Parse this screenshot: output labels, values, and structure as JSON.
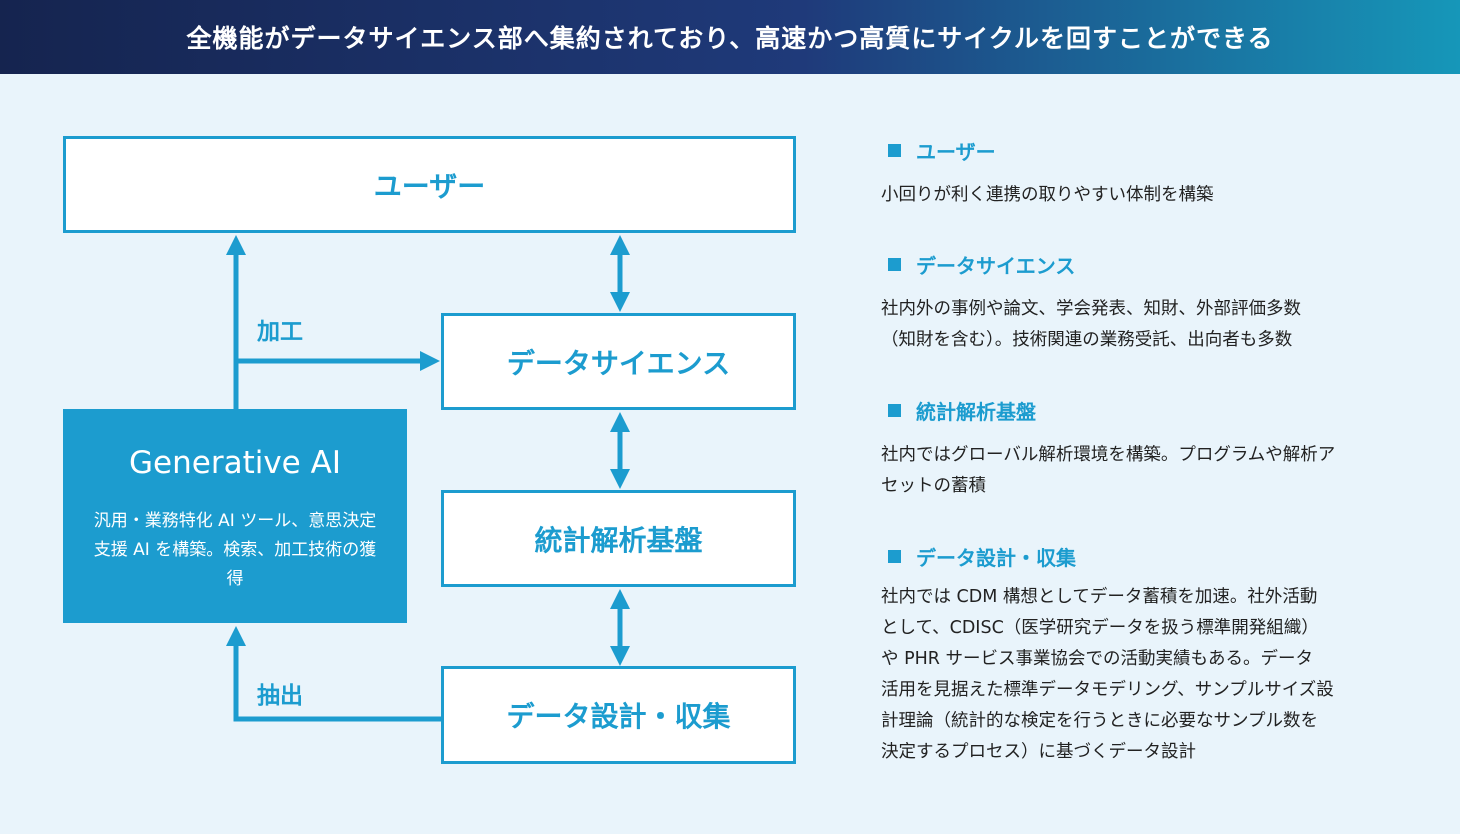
{
  "header": {
    "title": "全機能がデータサイエンス部へ集約されており、高速かつ高質にサイクルを回すことができる"
  },
  "diagram": {
    "user_label": "ユーザー",
    "data_science_label": "データサイエンス",
    "stat_platform_label": "統計解析基盤",
    "data_design_label": "データ設計・収集",
    "genai": {
      "title": "Generative AI",
      "description": "汎用・業務特化 AI ツール、意思決定支援 AI を構築。検索、加工技術の獲得"
    },
    "process_label": "加工",
    "extract_label": "抽出",
    "colors": {
      "accent": "#1c9ccf",
      "background": "#e9f4fb",
      "header_start": "#15244f",
      "header_end": "#1697b9"
    }
  },
  "info": [
    {
      "heading": "ユーザー",
      "body": "小回りが利く連携の取りやすい体制を構築"
    },
    {
      "heading": "データサイエンス",
      "body": "社内外の事例や論文、学会発表、知財、外部評価多数\n（知財を含む）。技術関連の業務受託、出向者も多数"
    },
    {
      "heading": "統計解析基盤",
      "body": "社内ではグローバル解析環境を構築。プログラムや解析ア\nセットの蓄積"
    },
    {
      "heading": "データ設計・収集",
      "body": "社内では CDM 構想としてデータ蓄積を加速。社外活動\nとして、CDISC（医学研究データを扱う標準開発組織）\nや PHR サービス事業協会での活動実績もある。データ\n活用を見据えた標準データモデリング、サンプルサイズ設\n計理論（統計的な検定を行うときに必要なサンプル数を\n決定するプロセス）に基づくデータ設計"
    }
  ]
}
